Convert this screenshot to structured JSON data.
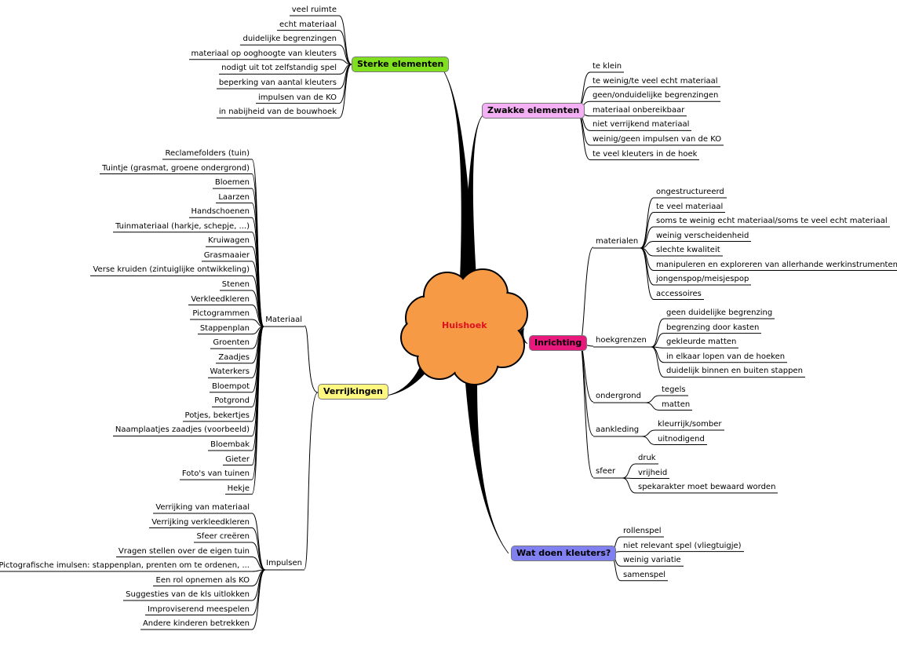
{
  "center": {
    "label": "Huishoek",
    "fill": "#f79a46",
    "text_color": "#e0101f"
  },
  "branches": {
    "sterke": {
      "label": "Sterke elementen",
      "color": "#80e020",
      "items": [
        "veel ruimte",
        "echt materiaal",
        "duidelijke begrenzingen",
        "materiaal op ooghoogte van kleuters",
        "nodigt uit tot zelfstandig spel",
        "beperking van aantal kleuters",
        "impulsen van de KO",
        "in nabijheid van de bouwhoek"
      ]
    },
    "zwakke": {
      "label": "Zwakke elementen",
      "color": "#f4b0f4",
      "items": [
        "te klein",
        "te weinig/te veel echt materiaal",
        "geen/onduidelijke begrenzingen",
        "materiaal onbereikbaar",
        "niet verrijkend materiaal",
        "weinig/geen impulsen van de KO",
        "te veel kleuters in de hoek"
      ]
    },
    "inrichting": {
      "label": "Inrichting",
      "color": "#e8187c",
      "groups": {
        "materialen": {
          "label": "materialen",
          "items": [
            "ongestructureerd",
            "te veel materiaal",
            "soms te weinig echt materiaal/soms te veel echt materiaal",
            "weinig verscheidenheid",
            "slechte kwaliteit",
            "manipuleren en exploreren van allerhande werkinstrumenten",
            "jongenspop/meisjespop",
            "accessoires"
          ]
        },
        "hoekgrenzen": {
          "label": "hoekgrenzen",
          "items": [
            "geen duidelijke begrenzing",
            "begrenzing door kasten",
            "gekleurde matten",
            "in elkaar lopen van de hoeken",
            "duidelijk binnen en buiten stappen"
          ]
        },
        "ondergrond": {
          "label": "ondergrond",
          "items": [
            "tegels",
            "matten"
          ]
        },
        "aankleding": {
          "label": "aankleding",
          "items": [
            "kleurrijk/somber",
            "uitnodigend"
          ]
        },
        "sfeer": {
          "label": "sfeer",
          "items": [
            "druk",
            "vrijheid",
            "spekarakter moet bewaard worden"
          ]
        }
      }
    },
    "wat": {
      "label": "Wat doen kleuters?",
      "color": "#8080f0",
      "items": [
        "rollenspel",
        "niet relevant spel (vliegtuigje)",
        "weinig variatie",
        "samenspel"
      ]
    },
    "verrijkingen": {
      "label": "Verrijkingen",
      "color": "#fff880",
      "groups": {
        "materiaal": {
          "label": "Materiaal",
          "items": [
            "Reclamefolders (tuin)",
            "Tuintje (grasmat, groene ondergrond)",
            "Bloemen",
            "Laarzen",
            "Handschoenen",
            "Tuinmateriaal (harkje, schepje, ...)",
            "Kruiwagen",
            "Grasmaaier",
            "Verse kruiden (zintuiglijke ontwikkeling)",
            "Stenen",
            "Verkleedkleren",
            "Pictogrammen",
            "Stappenplan",
            "Groenten",
            "Zaadjes",
            "Waterkers",
            "Bloempot",
            "Potgrond",
            "Potjes, bekertjes",
            "Naamplaatjes zaadjes (voorbeeld)",
            "Bloembak",
            "Gieter",
            "Foto's van tuinen",
            "Hekje"
          ]
        },
        "impulsen": {
          "label": "Impulsen",
          "items": [
            "Verrijking van materiaal",
            "Verrijking verkleedkleren",
            "Sfeer creëren",
            "Vragen stellen over de eigen tuin",
            "Pictografische imulsen: stappenplan, prenten om te ordenen, ...",
            "Een rol opnemen als KO",
            "Suggesties van de kls uitlokken",
            "Improviserend meespelen",
            "Andere kinderen betrekken"
          ]
        }
      }
    }
  }
}
